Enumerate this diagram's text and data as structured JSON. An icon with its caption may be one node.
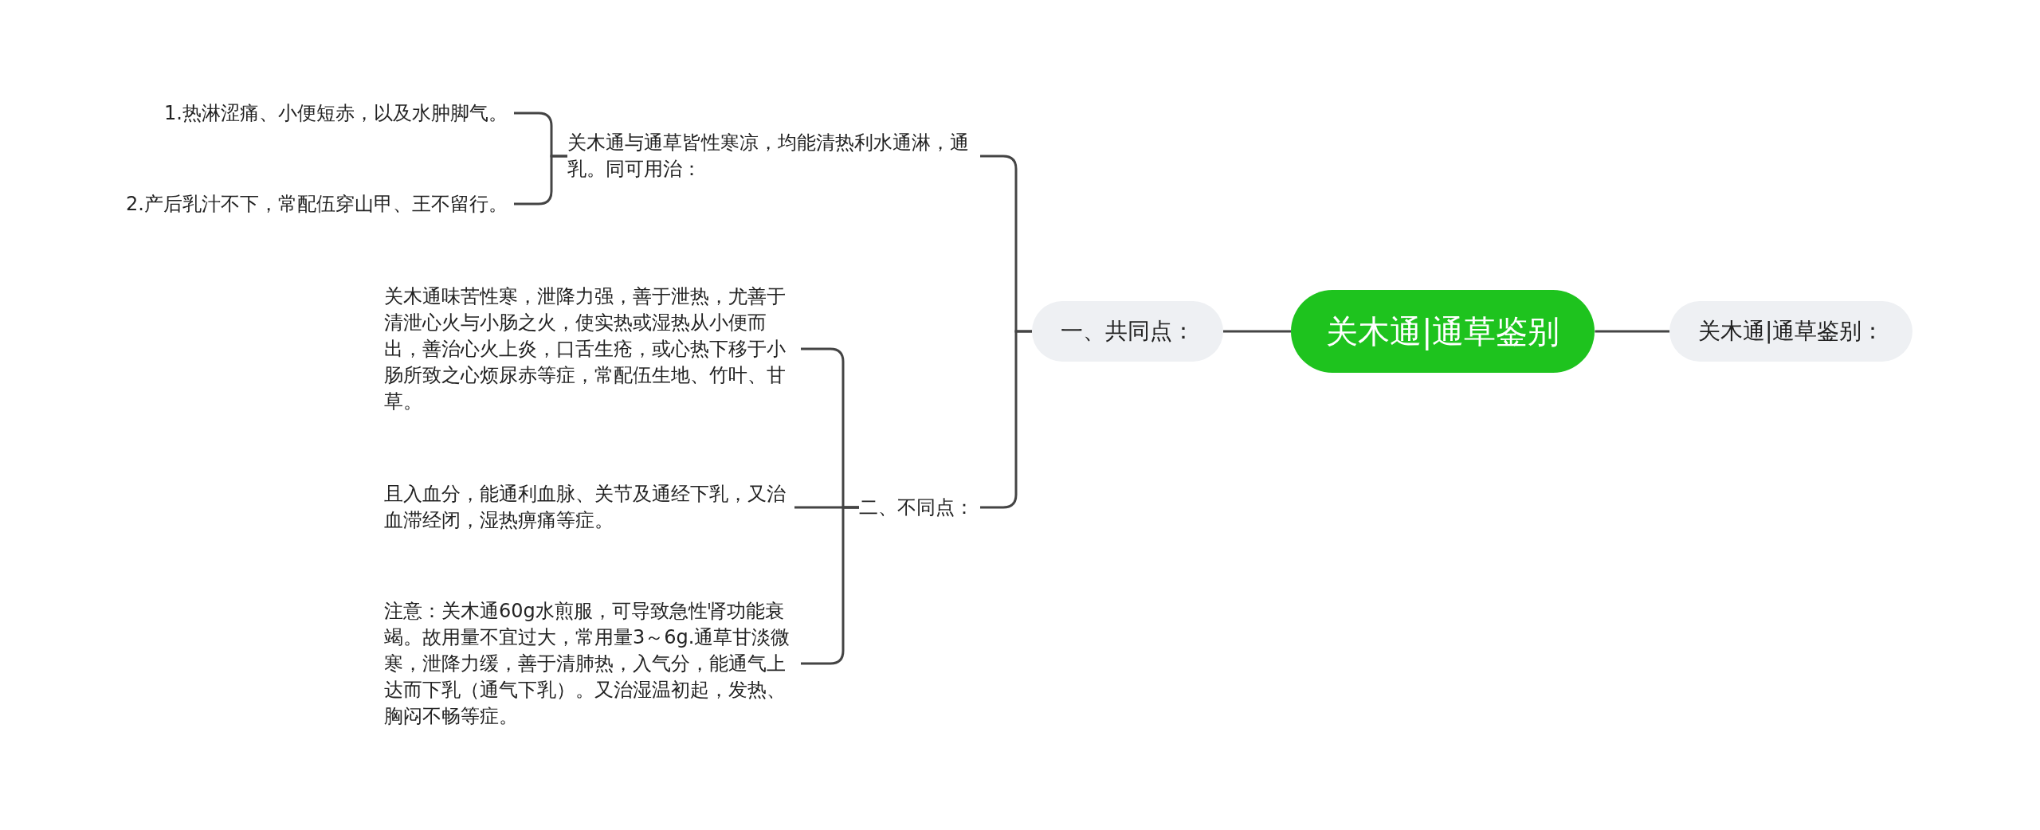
{
  "diagram": {
    "nodes": [
      {
        "text": [
          "关木通|通草鉴别"
        ]
      },
      {
        "text": [
          "关木通|通草鉴别："
        ]
      },
      {
        "text": [
          "一、共同点："
        ]
      },
      {
        "text": [
          "关木通与通草皆性寒凉，均能清热利水通淋，通乳。同可用治："
        ]
      },
      {
        "text": [
          "1.热淋涩痛、小便短赤，以及水肿脚气。"
        ]
      },
      {
        "text": [
          "2.产后乳汁不下，常配伍穿山甲、王不留行。"
        ]
      },
      {
        "text": [
          "二、不同点："
        ]
      },
      {
        "text": [
          "关木通味苦性寒，泄降力强，善于泄热，尤善于清泄心火与小肠之火，使实热或湿热从小便而出，善治心火上炎，口舌生疮，或心热下移于小肠所致之心烦尿赤等症，常配伍生地、竹叶、甘草。"
        ]
      },
      {
        "text": [
          "且入血分，能通利血脉、关节及通经下乳，又治血滞经闭，湿热痹痛等症。"
        ]
      },
      {
        "text": [
          "注意：关木通60g水煎服，可导致急性肾功能衰竭。故用量不宜过大，常用量3～6g.通草甘淡微寒，泄降力缓，善于清肺热，入气分，能通气上达而下乳（通气下乳）。又治湿温初起，发热、胸闷不畅等症。"
        ]
      }
    ],
    "edges": [
      {
        "from": 0,
        "to": 1,
        "arrow": "none"
      },
      {
        "from": 0,
        "to": 2,
        "arrow": "none"
      },
      {
        "from": 2,
        "to": 3,
        "arrow": "none"
      },
      {
        "from": 3,
        "to": 4,
        "arrow": "none"
      },
      {
        "from": 3,
        "to": 5,
        "arrow": "none"
      },
      {
        "from": 2,
        "to": 6,
        "arrow": "none"
      },
      {
        "from": 6,
        "to": 7,
        "arrow": "none"
      },
      {
        "from": 6,
        "to": 8,
        "arrow": "none"
      },
      {
        "from": 6,
        "to": 9,
        "arrow": "none"
      }
    ]
  }
}
